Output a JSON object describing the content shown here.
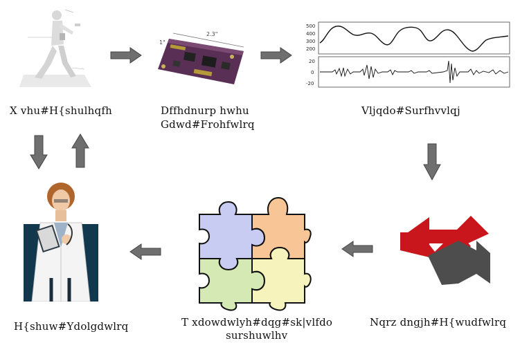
{
  "labels": {
    "user_experience": "X vhu#H{shulhqfh",
    "accelerometer_line1": "Dffhdnurp hwhu",
    "accelerometer_line2": "Gdwd#Frohfwlrq",
    "signal_processing": "Vljqdo#Surfhvvlqj",
    "knowledge_extraction": "Nqrz dngjh#H{wudfwlrq",
    "quantitative_line1": "T xdowdwlyh#dqg#sk|vlfdo",
    "quantitative_line2": "surshuwlhv",
    "expert_validation": "H{shuw#Ydolgdwlrq"
  },
  "chart": {
    "top_ticks": [
      "500",
      "400",
      "300",
      "200"
    ],
    "bottom_ticks": [
      "20",
      "0",
      "-20"
    ]
  },
  "board": {
    "dim_top": "2.3\"",
    "dim_left": "1\""
  },
  "colors": {
    "arrow_fill": "#6f6f6f",
    "puzzle_blue": "#c9ccf2",
    "puzzle_orange": "#f8c597",
    "puzzle_green": "#d5e9b4",
    "puzzle_yellow": "#f6f4bc",
    "logo_red": "#c8161c",
    "logo_gray": "#4d4d4d",
    "doctor_bg": "#12384e"
  }
}
